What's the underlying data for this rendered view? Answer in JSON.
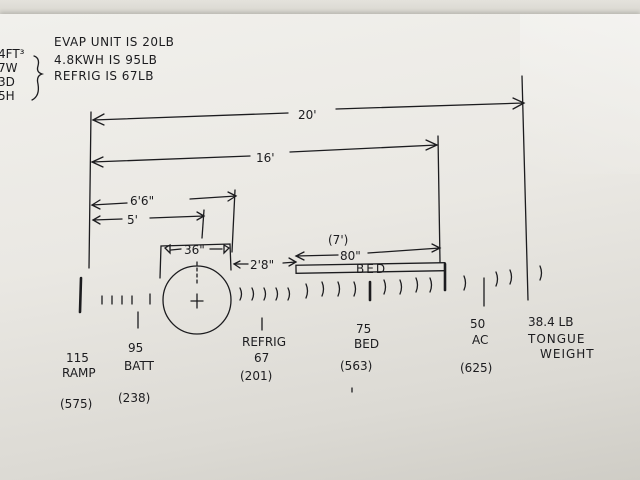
{
  "notes": {
    "margin": [
      "4FT³",
      "7W",
      "3D",
      "5H"
    ],
    "weights": [
      "EVAP UNIT IS 20LB",
      "4.8KWH IS 95LB",
      "REFRIG IS 67LB"
    ]
  },
  "dimensions": {
    "overall": "20'",
    "body": "16'",
    "to_axle": "6'6\"",
    "to_battery": "5'",
    "wheel": "36\"",
    "gap": "2'8\"",
    "bed_feet": "(7')",
    "bed_inches": "80\""
  },
  "bed_label": "BED",
  "loads": {
    "ramp": {
      "weight": "115",
      "name": "RAMP",
      "moment": "(575)"
    },
    "batt": {
      "weight": "95",
      "name": "BATT",
      "moment": "(238)"
    },
    "refrig": {
      "weight": "REFRIG",
      "name": "67",
      "moment": "(201)"
    },
    "bed": {
      "weight": "75",
      "name": "BED",
      "moment": "(563)"
    },
    "ac": {
      "weight": "50",
      "name": "AC",
      "moment": "(625)"
    },
    "tongue": {
      "weight": "38.4 LB",
      "name": "TONGUE",
      "extra": "WEIGHT"
    }
  }
}
